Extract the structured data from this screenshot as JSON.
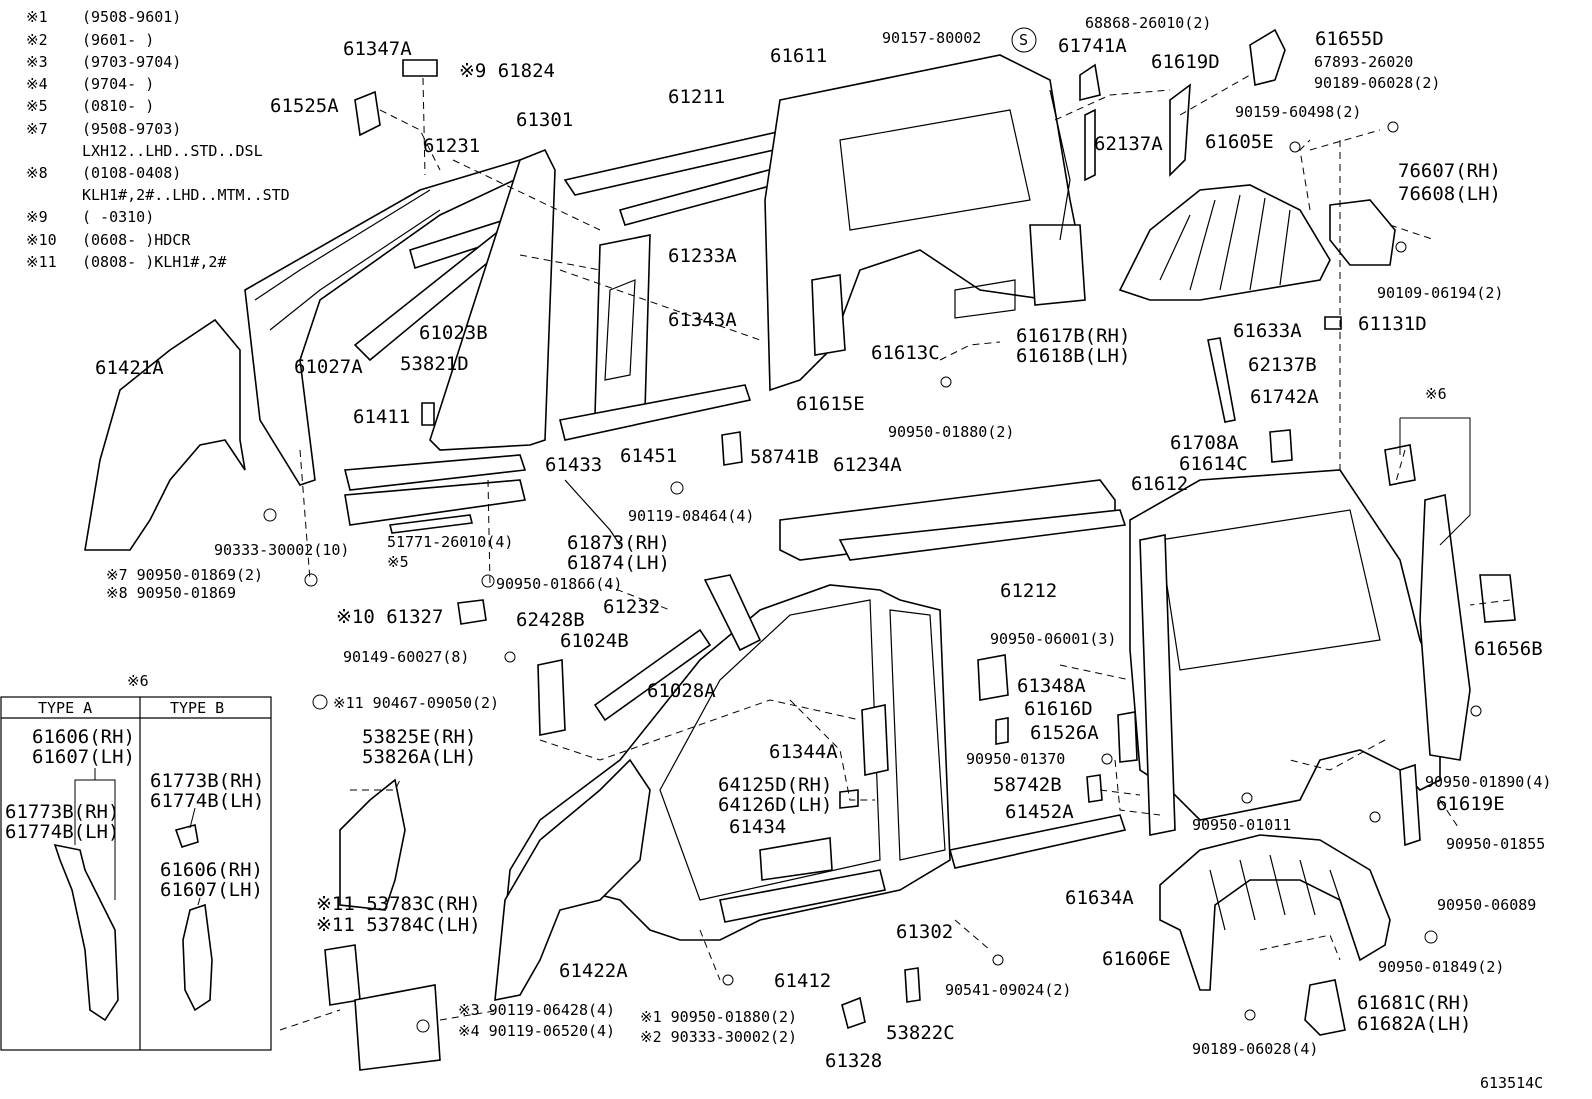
{
  "notes": [
    {
      "mark": "※1",
      "range": "(9508-9601)",
      "extra": ""
    },
    {
      "mark": "※2",
      "range": "(9601-      )",
      "extra": ""
    },
    {
      "mark": "※3",
      "range": "(9703-9704)",
      "extra": ""
    },
    {
      "mark": "※4",
      "range": "(9704-      )",
      "extra": ""
    },
    {
      "mark": "※5",
      "range": "(0810-      )",
      "extra": ""
    },
    {
      "mark": "※7",
      "range": "(9508-9703)",
      "extra": "LXH12..LHD..STD..DSL"
    },
    {
      "mark": "※8",
      "range": "(0108-0408)",
      "extra": "KLH1#,2#..LHD..MTM..STD"
    },
    {
      "mark": "※9",
      "range": "(      -0310)",
      "extra": ""
    },
    {
      "mark": "※10",
      "range": "(0608-      )HDCR",
      "extra": ""
    },
    {
      "mark": "※11",
      "range": "(0808-      )KLH1#,2#",
      "extra": ""
    }
  ],
  "labels": {
    "l61347A": "61347A",
    "l61824": "※9 61824",
    "l61525A": "61525A",
    "l61231": "61231",
    "l61301": "61301",
    "l61211": "61211",
    "l61611": "61611",
    "l90157": "90157-80002",
    "lS": "S",
    "l61741A": "61741A",
    "l68868": "68868-26010(2)",
    "l61619D": "61619D",
    "l61655D": "61655D",
    "l67893": "67893-26020",
    "l90189a": "90189-06028(2)",
    "l90159": "90159-60498(2)",
    "l62137A": "62137A",
    "l61605E": "61605E",
    "l76607": "76607(RH)",
    "l76608": "76608(LH)",
    "l61233A": "61233A",
    "l61023B": "61023B",
    "l61343A": "61343A",
    "l61027A": "61027A",
    "l53821D": "53821D",
    "l61421A": "61421A",
    "l61613C": "61613C",
    "l61617B": "61617B(RH)",
    "l61618B": "61618B(LH)",
    "l61633A": "61633A",
    "l90109": "90109-06194(2)",
    "l61131D": "61131D",
    "l62137B": "62137B",
    "l61615E": "61615E",
    "l61411": "61411",
    "l61451": "61451",
    "l90950_01880a": "90950-01880(2)",
    "l61742A": "61742A",
    "l6": "※6",
    "l61433": "61433",
    "l58741B": "58741B",
    "l61234A": "61234A",
    "l61708A": "61708A",
    "l61614C": "61614C",
    "l61612": "61612",
    "l90119_08464": "90119-08464(4)",
    "l90333a": "90333-30002(10)",
    "l51771": "51771-26010(4)",
    "l5": "※5",
    "l61873": "61873(RH)",
    "l61874": "61874(LH)",
    "l90950_01869a": "※7 90950-01869(2)",
    "l90950_01869b": "※8 90950-01869",
    "l90950_01866": "90950-01866(4)",
    "l61212": "61212",
    "l61327": "※10 61327",
    "l61232": "61232",
    "l62428B": "62428B",
    "l61024B": "61024B",
    "l61656B": "61656B",
    "l90149": "90149-60027(8)",
    "l90950_06001": "90950-06001(3)",
    "l61028A": "61028A",
    "l61348A": "61348A",
    "l90467": "※11 90467-09050(2)",
    "l61616D": "61616D",
    "l53825E": "53825E(RH)",
    "l53826A": "53826A(LH)",
    "l61344A": "61344A",
    "l61526A": "61526A",
    "l90950_01370": "90950-01370",
    "l90950_01890": "90950-01890(4)",
    "l64125D": "64125D(RH)",
    "l64126D": "64126D(LH)",
    "l58742B": "58742B",
    "l61619E": "61619E",
    "l61434": "61434",
    "l61452A": "61452A",
    "l90950_01011": "90950-01011",
    "l90950_01855": "90950-01855",
    "l53783C": "※11 53783C(RH)",
    "l53784C": "※11 53784C(LH)",
    "l61634A": "61634A",
    "l90950_06089": "90950-06089",
    "l61302": "61302",
    "l61422A": "61422A",
    "l61606E": "61606E",
    "l90950_01849": "90950-01849(2)",
    "l61412": "61412",
    "l90541": "90541-09024(2)",
    "l90119_06428": "※3 90119-06428(4)",
    "l90119_06520": "※4 90119-06520(4)",
    "l90950_01880b": "※1 90950-01880(2)",
    "l90333b": "※2 90333-30002(2)",
    "l61681C": "61681C(RH)",
    "l61682A": "61682A(LH)",
    "l61328": "61328",
    "l53822C": "53822C",
    "l90189b": "90189-06028(4)",
    "ref": "613514C"
  },
  "inset": {
    "mark": "※6",
    "type_a": "TYPE A",
    "type_b": "TYPE B",
    "a1": "61606(RH)",
    "a2": "61607(LH)",
    "a3": "61773B(RH)",
    "a4": "61774B(LH)",
    "b1": "61773B(RH)",
    "b2": "61774B(LH)",
    "b3": "61606(RH)",
    "b4": "61607(LH)"
  }
}
